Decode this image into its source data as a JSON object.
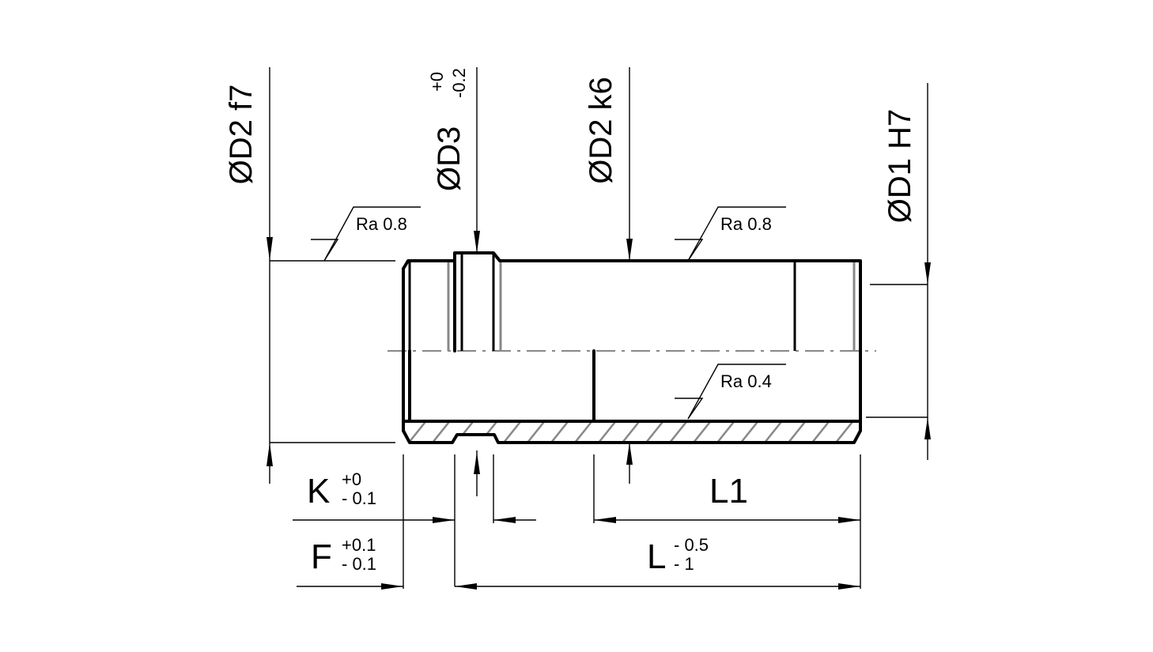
{
  "labels": {
    "d2_f7": "ØD2 f7",
    "d3": "ØD3",
    "d3_tol_upper": "+0",
    "d3_tol_lower": "-0.2",
    "d2_k6": "ØD2 k6",
    "d1_h7": "ØD1 H7",
    "ra_outer_left": "Ra 0.8",
    "ra_outer_right": "Ra 0.8",
    "ra_bore": "Ra 0.4",
    "k": "K",
    "k_tol_upper": "+0",
    "k_tol_lower": "- 0.1",
    "f": "F",
    "f_tol_upper": "+0.1",
    "f_tol_lower": "- 0.1",
    "l1": "L1",
    "l": "L",
    "l_tol_upper": "- 0.5",
    "l_tol_lower": "- 1"
  }
}
